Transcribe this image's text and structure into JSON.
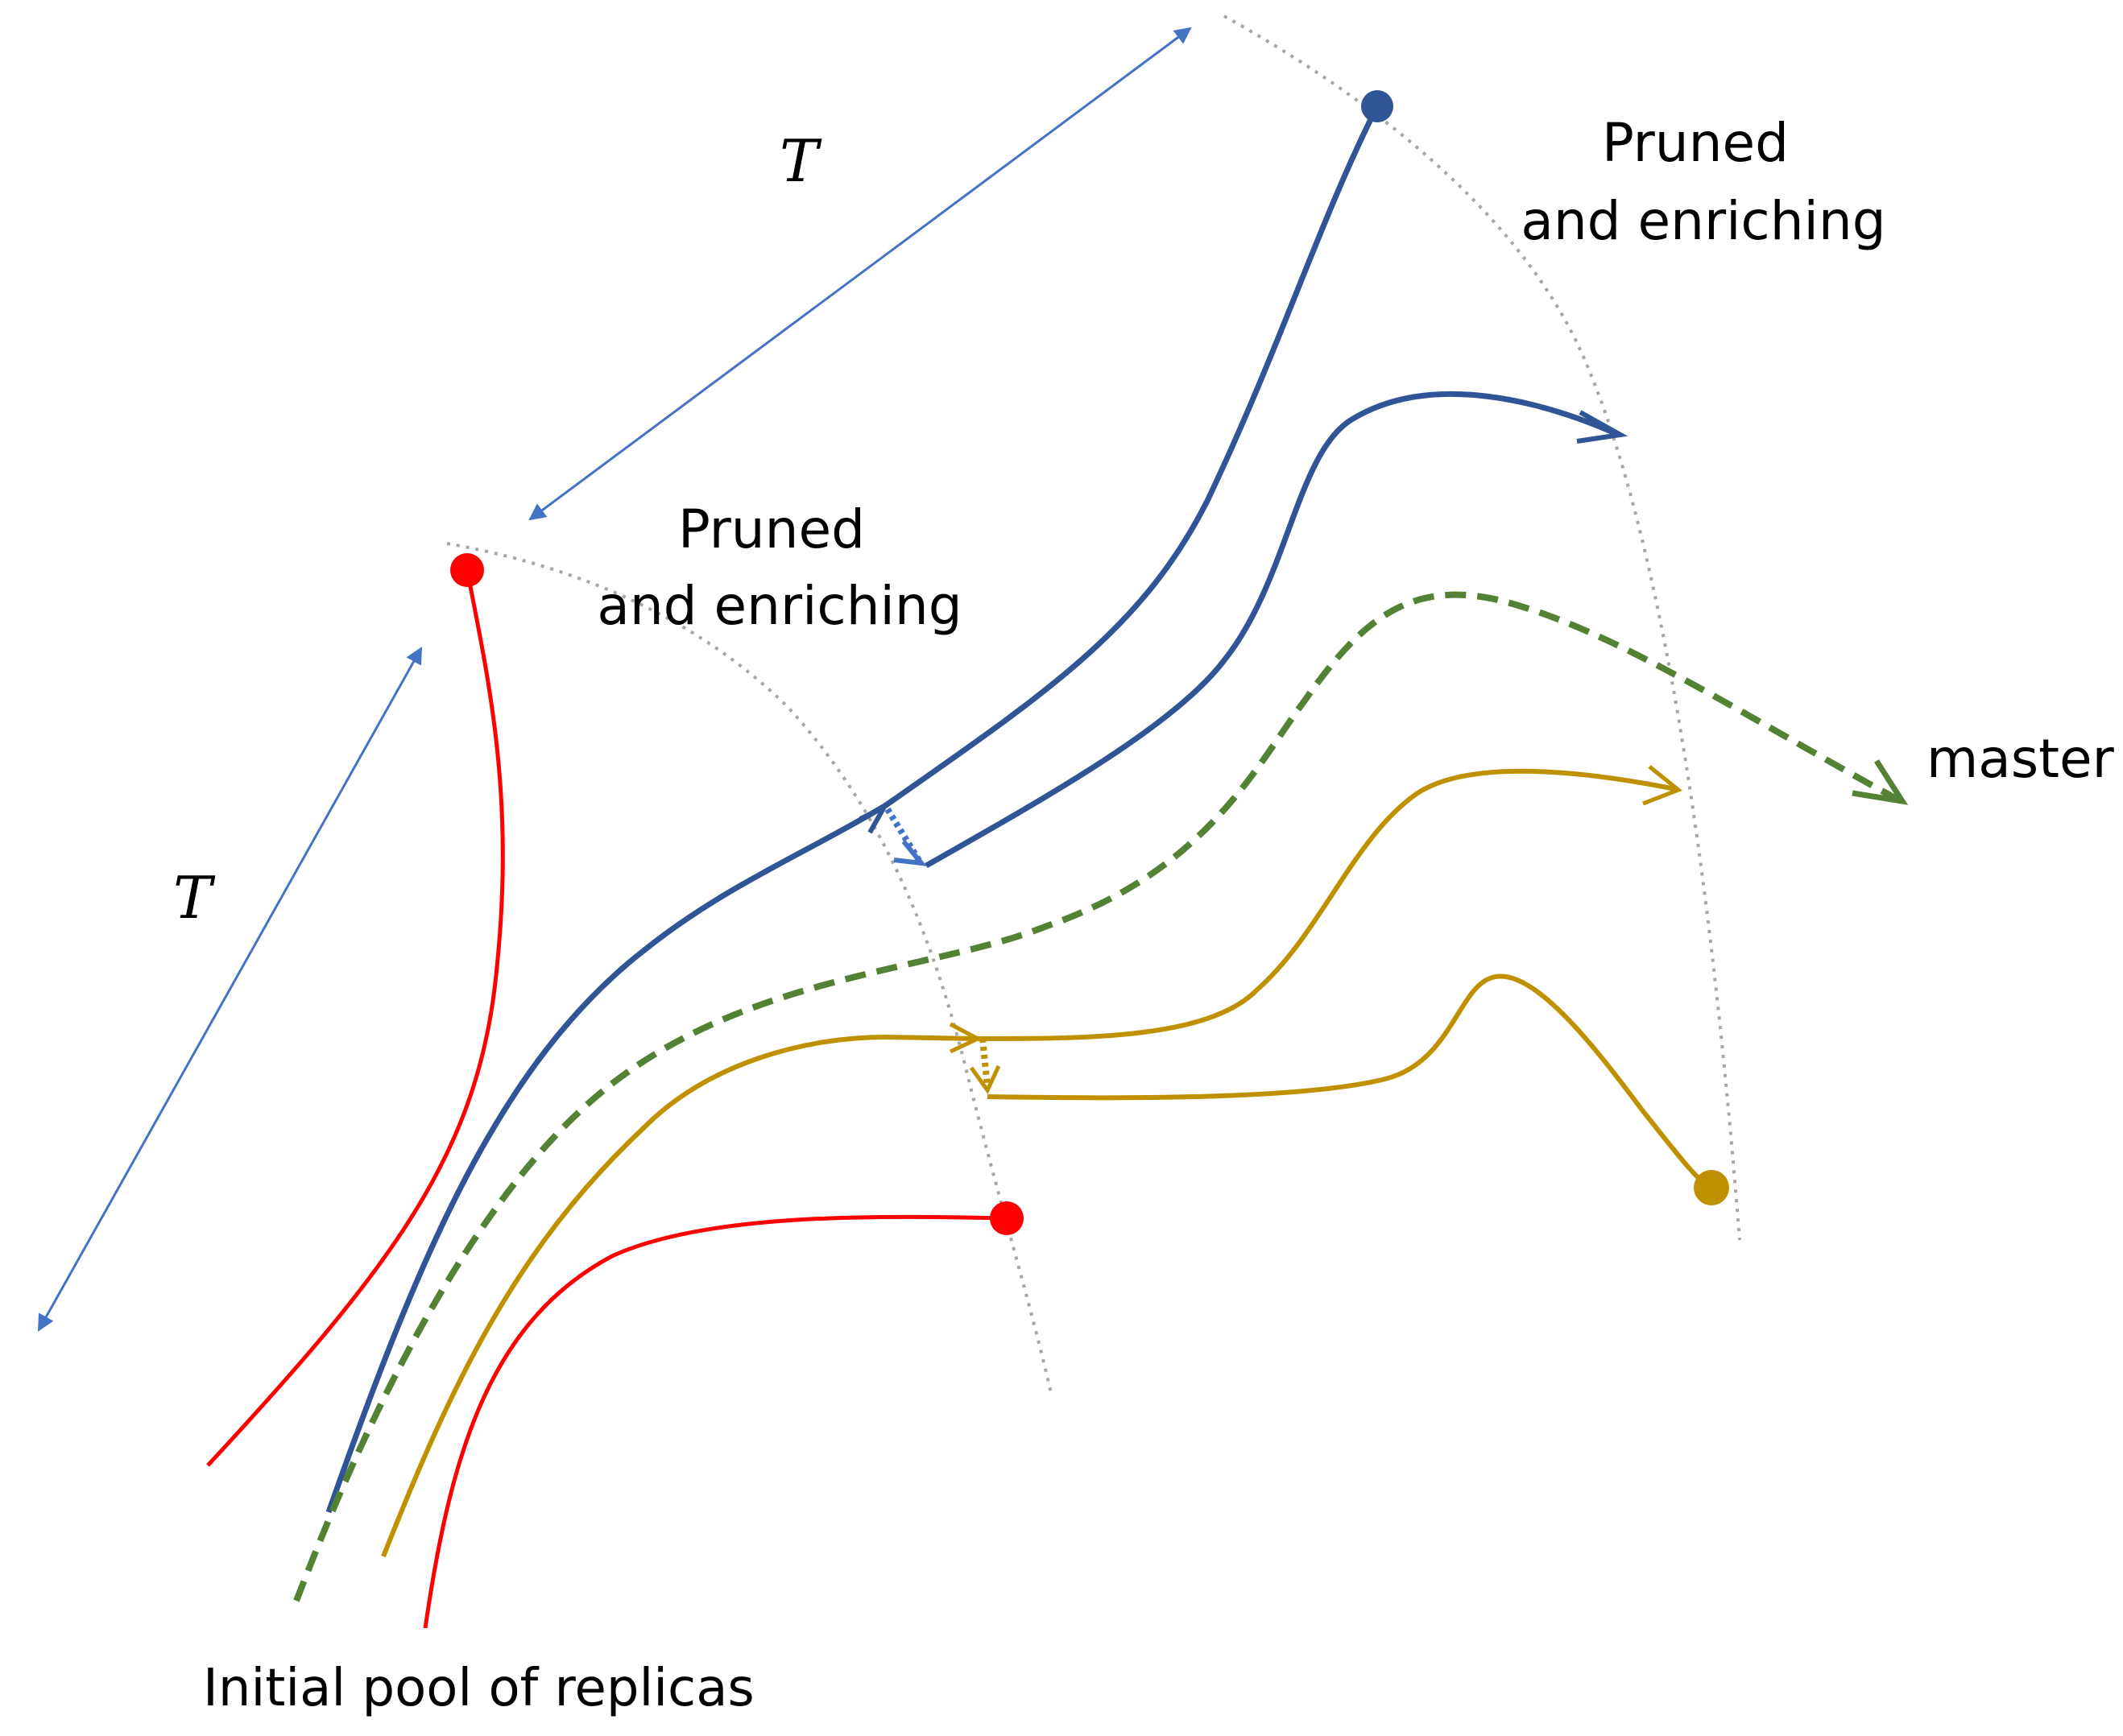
{
  "labels": {
    "period_top": "T",
    "period_left": "T",
    "pruned_top_line1": "Pruned",
    "pruned_top_line2": "and enriching",
    "pruned_mid_line1": "Pruned",
    "pruned_mid_line2": "and enriching",
    "master": "master",
    "initial_pool": "Initial pool of replicas"
  },
  "colors": {
    "blue": "#2f5597",
    "green": "#548235",
    "gold": "#bf9000",
    "red": "#ff0000",
    "arrow_blue": "#4472c4",
    "guide_grey": "#a6a6a6",
    "dot_blue": "#2f5597",
    "dot_gold": "#bf9000",
    "dot_red": "#ff0000"
  }
}
